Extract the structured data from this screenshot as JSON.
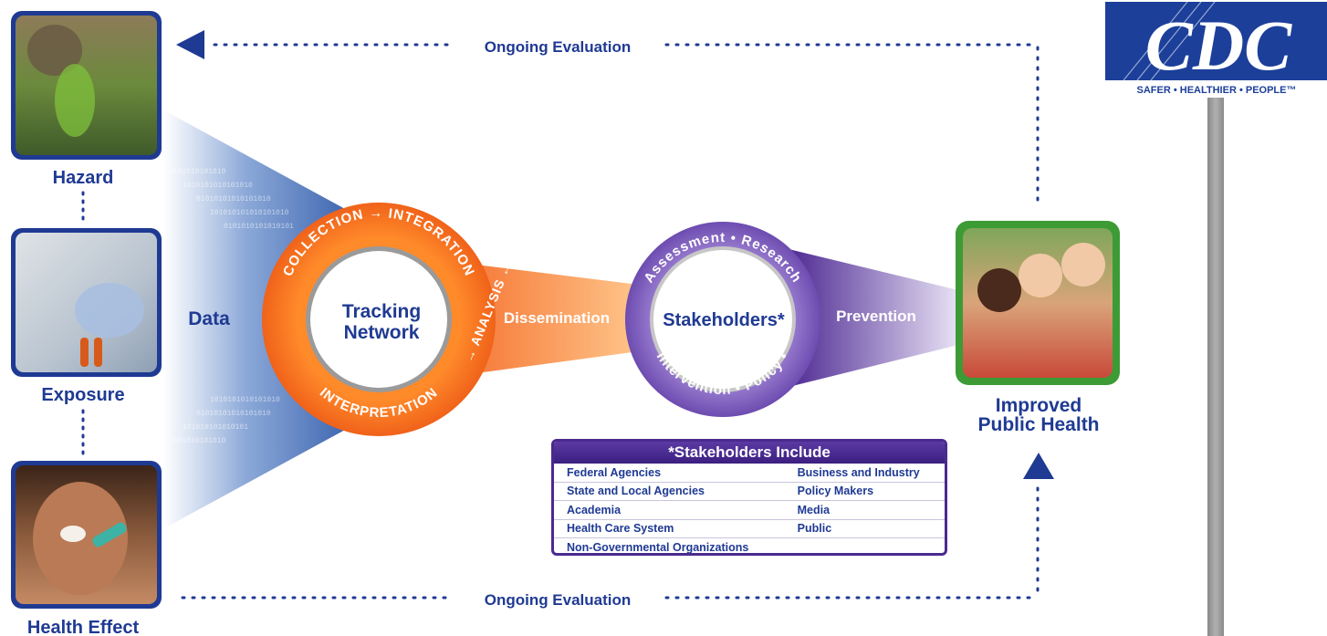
{
  "evaluation": {
    "top_label": "Ongoing Evaluation",
    "bottom_label": "Ongoing Evaluation"
  },
  "sources": {
    "hazard": "Hazard",
    "exposure": "Exposure",
    "health_effect": "Health Effect",
    "data_label": "Data"
  },
  "tracking": {
    "center_line1": "Tracking",
    "center_line2": "Network",
    "ring_top": "COLLECTION → INTEGRATION",
    "ring_right": "→ ANALYSIS ←",
    "ring_bottom": "INTERPRETATION"
  },
  "dissemination_label": "Dissemination",
  "stakeholders": {
    "center": "Stakeholders*",
    "ring_top": "Assessment • Research",
    "ring_bottom": "Intervention • Policy •"
  },
  "prevention_label": "Prevention",
  "outcome": {
    "line1": "Improved",
    "line2": "Public Health"
  },
  "stakeholders_include": {
    "title": "*Stakeholders Include",
    "rows": [
      [
        "Federal Agencies",
        "Business and Industry"
      ],
      [
        "State and Local Agencies",
        "Policy Makers"
      ],
      [
        "Academia",
        "Media"
      ],
      [
        "Health Care System",
        "Public"
      ],
      [
        "Non-Governmental Organizations",
        ""
      ]
    ]
  },
  "logo": {
    "letters": "CDC",
    "tagline": "SAFER • HEALTHIER • PEOPLE™"
  },
  "colors": {
    "navy": "#1f3a93",
    "orange": "#f26a1b",
    "purple": "#5b3aa3",
    "green": "#3d9b35"
  }
}
